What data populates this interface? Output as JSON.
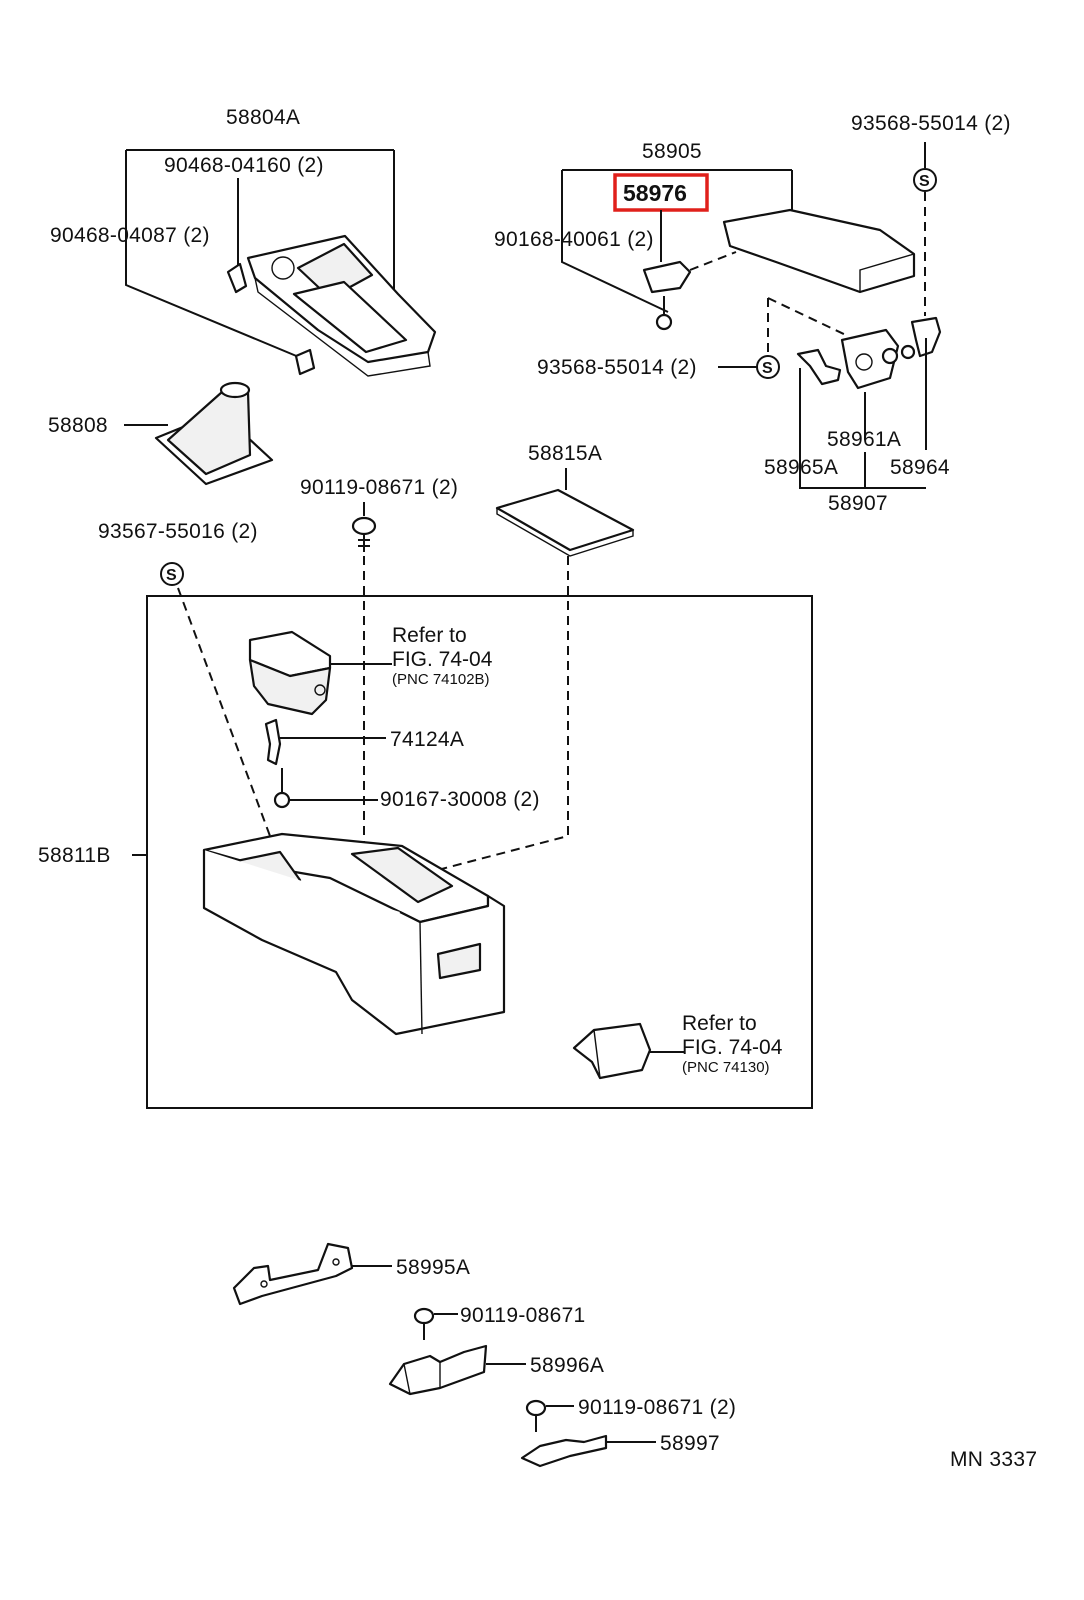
{
  "colors": {
    "ink": "#111111",
    "highlight": "#e0201b",
    "paper": "#ffffff"
  },
  "symbols": {
    "s": "S"
  },
  "labels": {
    "p58804A": "58804A",
    "p90468_04160": "90468-04160 (2)",
    "p90468_04087": "90468-04087 (2)",
    "p58808": "58808",
    "p58905": "58905",
    "p58976": "58976",
    "p90168_40061": "90168-40061 (2)",
    "p93568_55014_top": "93568-55014 (2)",
    "p93568_55014_mid": "93568-55014 (2)",
    "p58961A": "58961A",
    "p58965A": "58965A",
    "p58964": "58964",
    "p58907": "58907",
    "p58815A": "58815A",
    "p90119_08671_2": "90119-08671 (2)",
    "p93567_55016": "93567-55016 (2)",
    "p74124A": "74124A",
    "p90167_30008": "90167-30008 (2)",
    "p58811B": "58811B",
    "p58995A": "58995A",
    "p90119_08671": "90119-08671",
    "p58996A": "58996A",
    "p90119_08671_b": "90119-08671 (2)",
    "p58997": "58997",
    "code": "MN 3337"
  },
  "refs": {
    "upper": {
      "line1": "Refer to",
      "line2": "FIG. 74-04",
      "line3": "(PNC 74102B)"
    },
    "lower": {
      "line1": "Refer to",
      "line2": "FIG. 74-04",
      "line3": "(PNC 74130)"
    }
  }
}
